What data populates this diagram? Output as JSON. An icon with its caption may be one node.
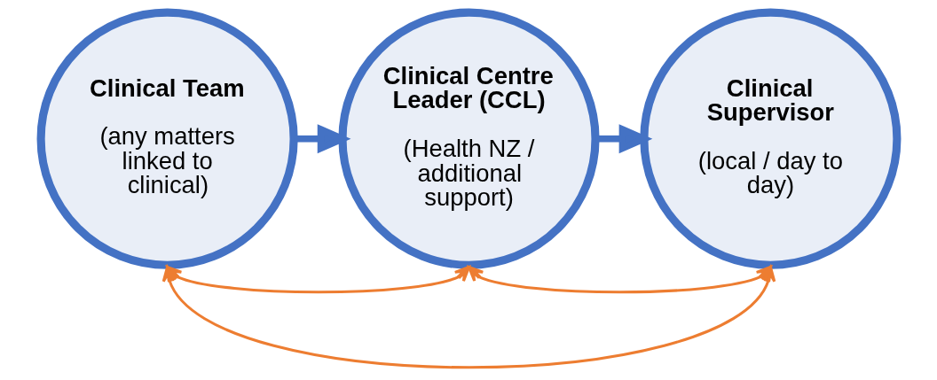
{
  "diagram": {
    "nodes": [
      {
        "text": [
          "Clinical Team",
          "(any matters linked to clinical)"
        ]
      },
      {
        "text": [
          "Clinical Centre Leader (CCL)",
          "(Health NZ / additional support)"
        ]
      },
      {
        "text": [
          "Clinical Supervisor",
          "(local / day to day)"
        ]
      }
    ],
    "edges": [
      {
        "from": 0,
        "to": 1,
        "arrow": "to",
        "style": "thick",
        "color": "#4472c4"
      },
      {
        "from": 1,
        "to": 2,
        "arrow": "to",
        "style": "thick",
        "color": "#4472c4"
      },
      {
        "from": 0,
        "to": 1,
        "arrow": "both",
        "color": "#ed7d31"
      },
      {
        "from": 0,
        "to": 2,
        "arrow": "both",
        "color": "#ed7d31"
      },
      {
        "from": 1,
        "to": 2,
        "arrow": "both",
        "color": "#ed7d31"
      }
    ]
  }
}
